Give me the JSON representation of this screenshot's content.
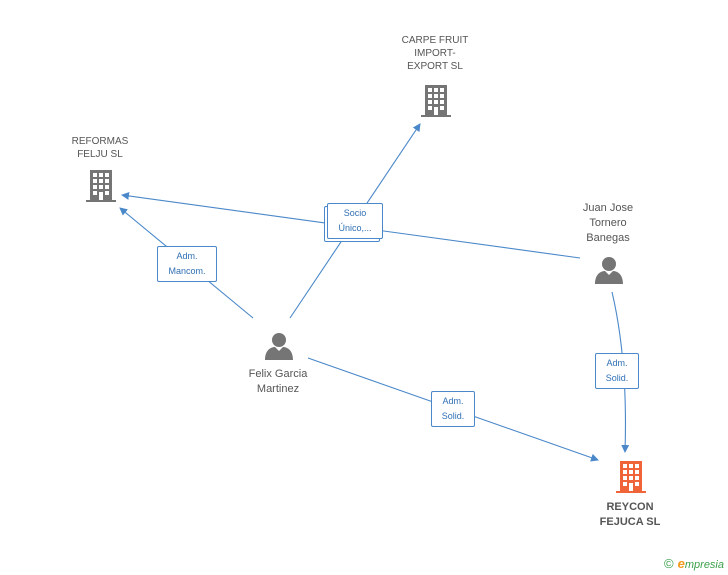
{
  "nodes": {
    "carpe_fruit": {
      "label": [
        "CARPE FRUIT",
        "IMPORT-",
        "EXPORT SL"
      ],
      "type": "company"
    },
    "reformas_felju": {
      "label": [
        "REFORMAS",
        "FELJU SL"
      ],
      "type": "company"
    },
    "juan_jose": {
      "label": [
        "Juan Jose",
        "Tornero",
        "Banegas"
      ],
      "type": "person"
    },
    "felix_garcia": {
      "label": [
        "Felix Garcia",
        "Martinez"
      ],
      "type": "person"
    },
    "reycon_fejuca": {
      "label": [
        "REYCON",
        "FEJUCA SL"
      ],
      "type": "company-target"
    }
  },
  "edges": {
    "socio_unico": [
      "Socio",
      "Único,..."
    ],
    "adm_mancom": [
      "Adm.",
      "Mancom."
    ],
    "adm_solid_juan": [
      "Adm.",
      "Solid."
    ],
    "adm_solid_felix": [
      "Adm.",
      "Solid."
    ]
  },
  "colors": {
    "edge": "#4a88c9",
    "building": "#757575",
    "person": "#757575",
    "target_building": "#f0643a"
  },
  "brand": {
    "copyright": "©",
    "initial": "e",
    "rest": "mpresia"
  }
}
